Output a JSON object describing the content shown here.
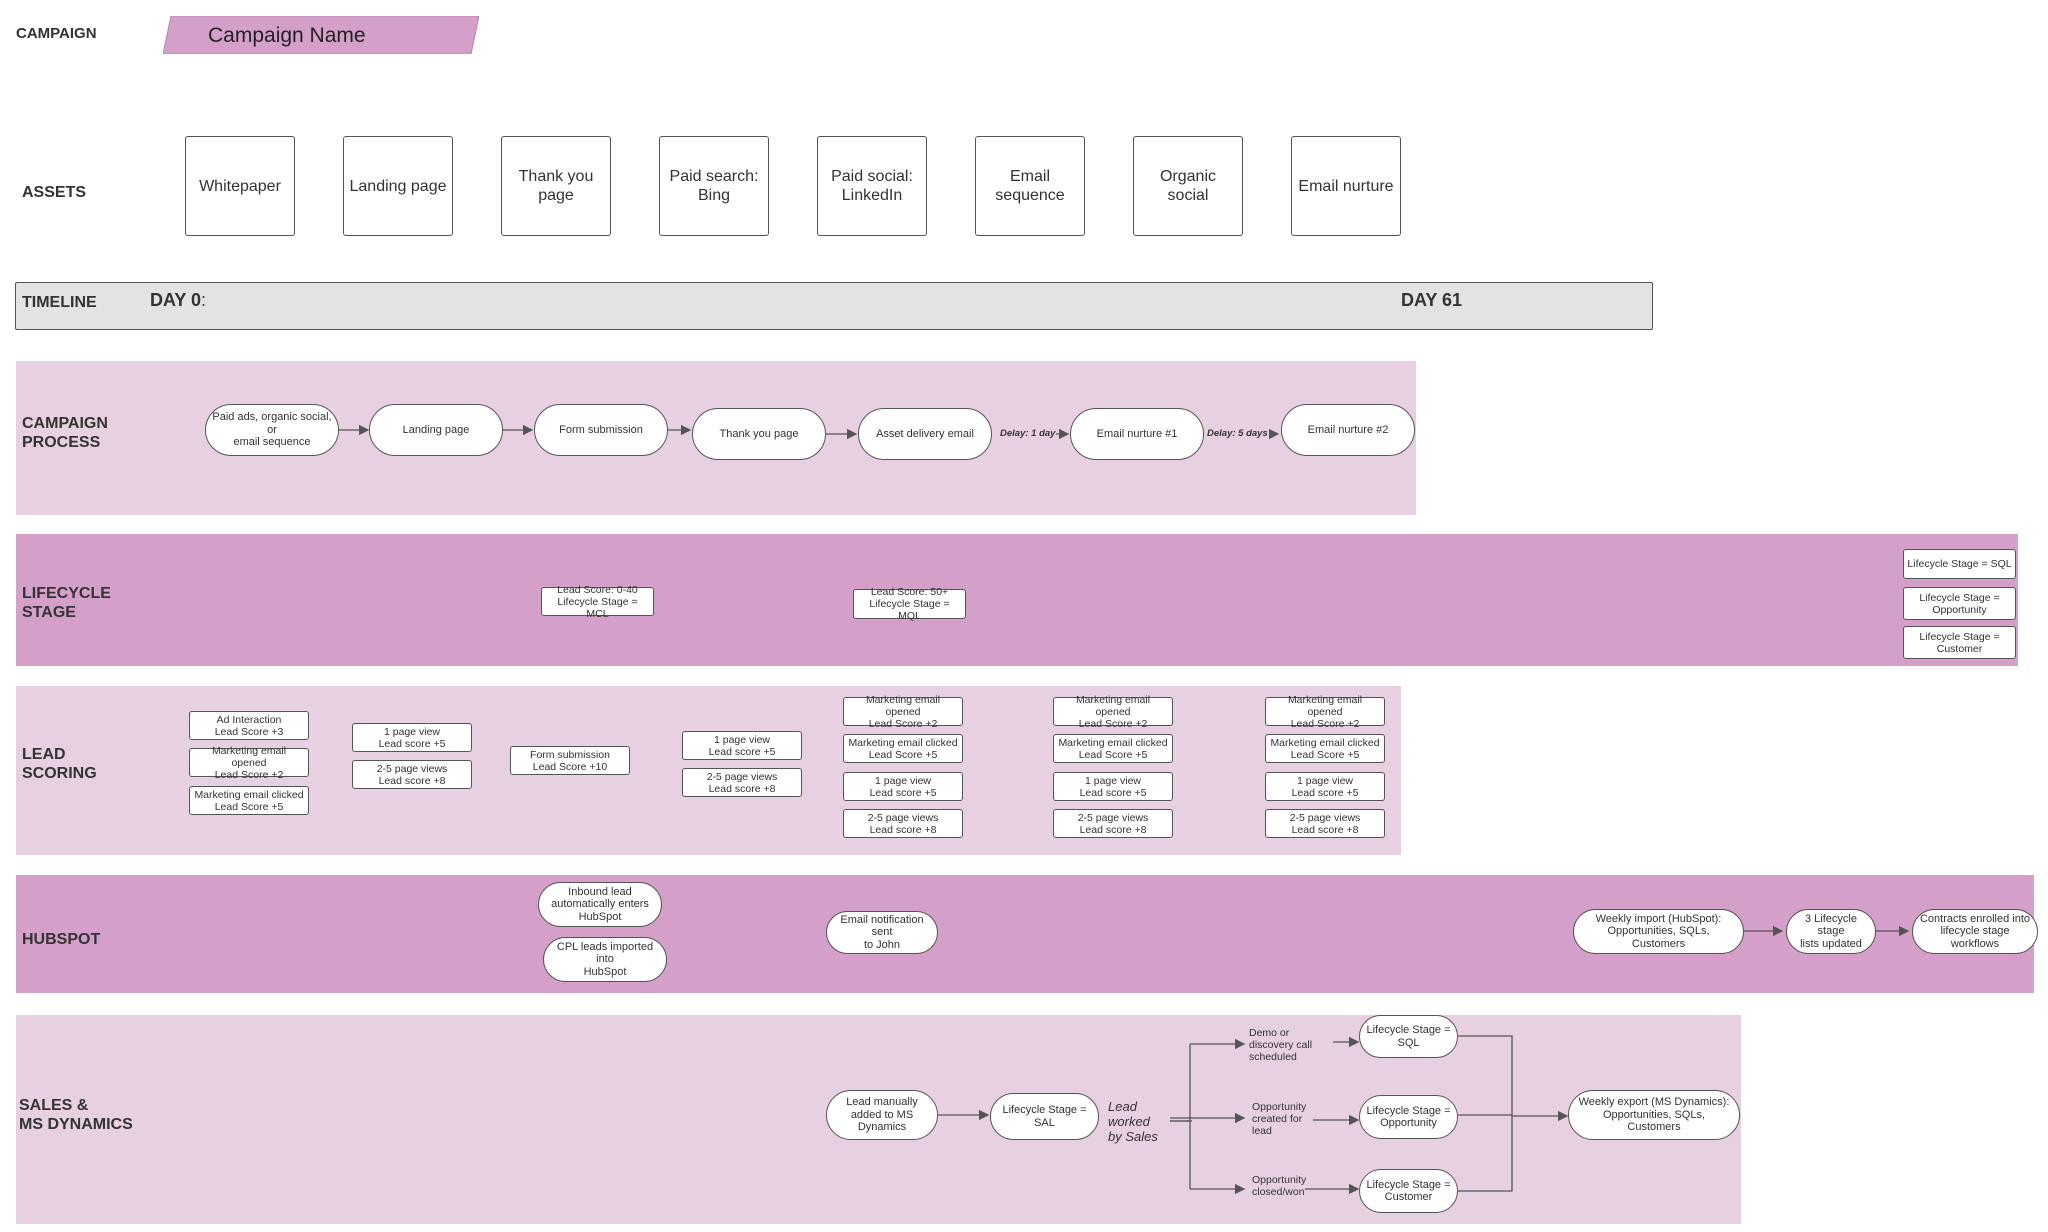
{
  "labels": {
    "campaign": "CAMPAIGN",
    "assets": "ASSETS",
    "timeline": "TIMELINE",
    "campaign_process": "CAMPAIGN\nPROCESS",
    "lifecycle_stage": "LIFECYCLE\nSTAGE",
    "lead_scoring": "LEAD\nSCORING",
    "hubspot": "HUBSPOT",
    "sales": "SALES &\nMS DYNAMICS"
  },
  "campaign_name": "Campaign Name",
  "assets": [
    "Whitepaper",
    "Landing page",
    "Thank you page",
    "Paid search: Bing",
    "Paid social: LinkedIn",
    "Email sequence",
    "Organic social",
    "Email nurture"
  ],
  "timeline": {
    "start": "DAY 0",
    "start_suffix": ":",
    "end": "DAY 61"
  },
  "process": {
    "steps": [
      "Paid ads, organic social,\nor\nemail sequence",
      "Landing page",
      "Form submission",
      "Thank you page",
      "Asset delivery email",
      "Email nurture #1",
      "Email nurture #2"
    ],
    "delay1": "Delay: 1 day",
    "delay2": "Delay: 5 days"
  },
  "lifecycle": {
    "mcl": "Lead Score: 0-40\nLifecycle Stage = MCL",
    "mql": "Lead Score: 50+\nLifecycle Stage = MQL",
    "sql": "Lifecycle Stage = SQL",
    "opportunity": "Lifecycle Stage =\nOpportunity",
    "customer": "Lifecycle Stage =\nCustomer"
  },
  "scoring": {
    "col1": [
      "Ad Interaction\nLead Score +3",
      "Marketing email opened\nLead Score +2",
      "Marketing email clicked\nLead Score +5"
    ],
    "col2": [
      "1 page view\nLead score +5",
      "2-5 page views\nLead score +8"
    ],
    "col3": [
      "Form submission\nLead Score +10"
    ],
    "col4": [
      "1 page view\nLead score +5",
      "2-5 page views\nLead score +8"
    ],
    "col5": [
      "Marketing email opened\nLead Score +2",
      "Marketing email clicked\nLead Score +5",
      "1 page view\nLead score +5",
      "2-5 page views\nLead score +8"
    ],
    "col6": [
      "Marketing email opened\nLead Score +2",
      "Marketing email clicked\nLead Score +5",
      "1 page view\nLead score +5",
      "2-5 page views\nLead score +8"
    ],
    "col7": [
      "Marketing email opened\nLead Score +2",
      "Marketing email clicked\nLead Score +5",
      "1 page view\nLead score +5",
      "2-5 page views\nLead score +8"
    ]
  },
  "hubspot": {
    "inbound": "Inbound lead\nautomatically enters\nHubSpot",
    "cpl": "CPL leads imported into\nHubSpot",
    "email_notification": "Email notification sent\nto John",
    "weekly_import": "Weekly import (HubSpot):\nOpportunities, SQLs, Customers",
    "lists_updated": "3 Lifecycle stage\nlists updated",
    "contracts": "Contracts enrolled into\nlifecycle stage workflows"
  },
  "sales": {
    "manual": "Lead manually\nadded to MS\nDynamics",
    "sal": "Lifecycle Stage =\nSAL",
    "worked": "Lead\nworked\nby Sales",
    "demo": "Demo or\ndiscovery call\nscheduled",
    "opp_created": "Opportunity\ncreated for\nlead",
    "closed_won": "Opportunity\nclosed/won",
    "sql": "Lifecycle Stage =\nSQL",
    "opportunity": "Lifecycle Stage =\nOpportunity",
    "customer": "Lifecycle Stage =\nCustomer",
    "weekly_export": "Weekly export (MS Dynamics):\nOpportunities, SQLs, Customers"
  },
  "colors": {
    "lane_light": "#e8d0e3",
    "lane_dark": "#d4a0c9",
    "campaign_tag": "#d4a0c9",
    "timeline_bar": "#e3e3e3"
  }
}
